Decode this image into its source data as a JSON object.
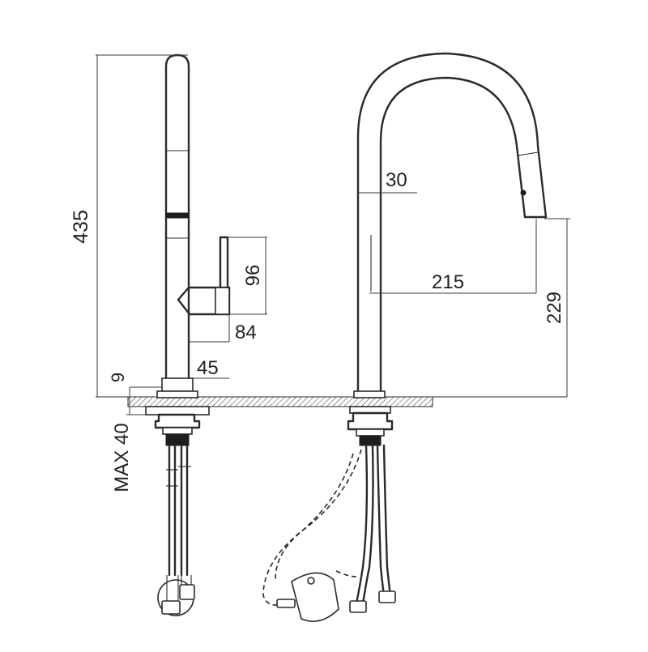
{
  "dimensions": {
    "height_total": "435",
    "deck_thickness": "9",
    "max_deck": "MAX 40",
    "base_diameter": "45",
    "handle_length": "84",
    "handle_height": "96",
    "spout_diameter": "30",
    "spout_reach": "215",
    "spout_height": "229"
  },
  "colors": {
    "line": "#2a2a2a",
    "background": "#ffffff"
  }
}
